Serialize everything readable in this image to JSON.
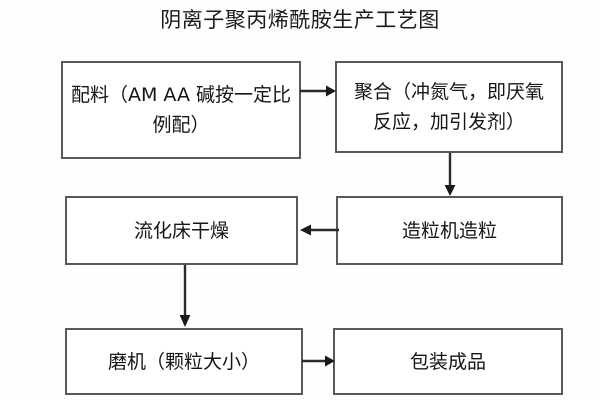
{
  "diagram": {
    "title": "阴离子聚丙烯酰胺生产工艺图",
    "nodes": [
      {
        "id": "batching",
        "label": "配料（AM AA 碱按一定比例配）"
      },
      {
        "id": "polymer",
        "label": "聚合（冲氮气，即厌氧反应，加引发剂）"
      },
      {
        "id": "granulate",
        "label": "造粒机造粒"
      },
      {
        "id": "drying",
        "label": "流化床干燥"
      },
      {
        "id": "mill",
        "label": "磨机（颗粒大小）"
      },
      {
        "id": "packaging",
        "label": "包装成品"
      }
    ],
    "edges": [
      {
        "id": "batching-to-polymer",
        "from": "batching",
        "to": "polymer",
        "direction": "right"
      },
      {
        "id": "polymer-to-granulate",
        "from": "polymer",
        "to": "granulate",
        "direction": "down"
      },
      {
        "id": "granulate-to-drying",
        "from": "granulate",
        "to": "drying",
        "direction": "left"
      },
      {
        "id": "drying-to-mill",
        "from": "drying",
        "to": "mill",
        "direction": "down"
      },
      {
        "id": "mill-to-packaging",
        "from": "mill",
        "to": "packaging",
        "direction": "right"
      }
    ],
    "colors": {
      "background": "#fefefe",
      "box_border": "#59595c",
      "box_fill": "#ffffff",
      "text": "#161616",
      "connector": "#2b2b2b"
    }
  }
}
